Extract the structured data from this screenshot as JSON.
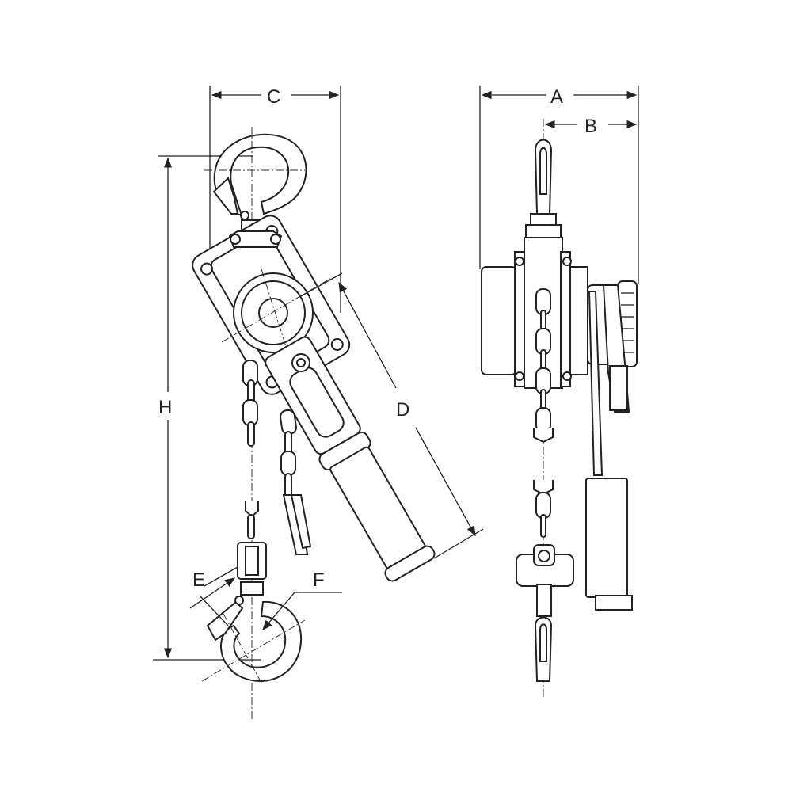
{
  "diagram": {
    "labels": {
      "A": "A",
      "B": "B",
      "C": "C",
      "D": "D",
      "E": "E",
      "F": "F",
      "H": "H"
    },
    "colors": {
      "line": "#222222",
      "background": "#ffffff"
    }
  }
}
